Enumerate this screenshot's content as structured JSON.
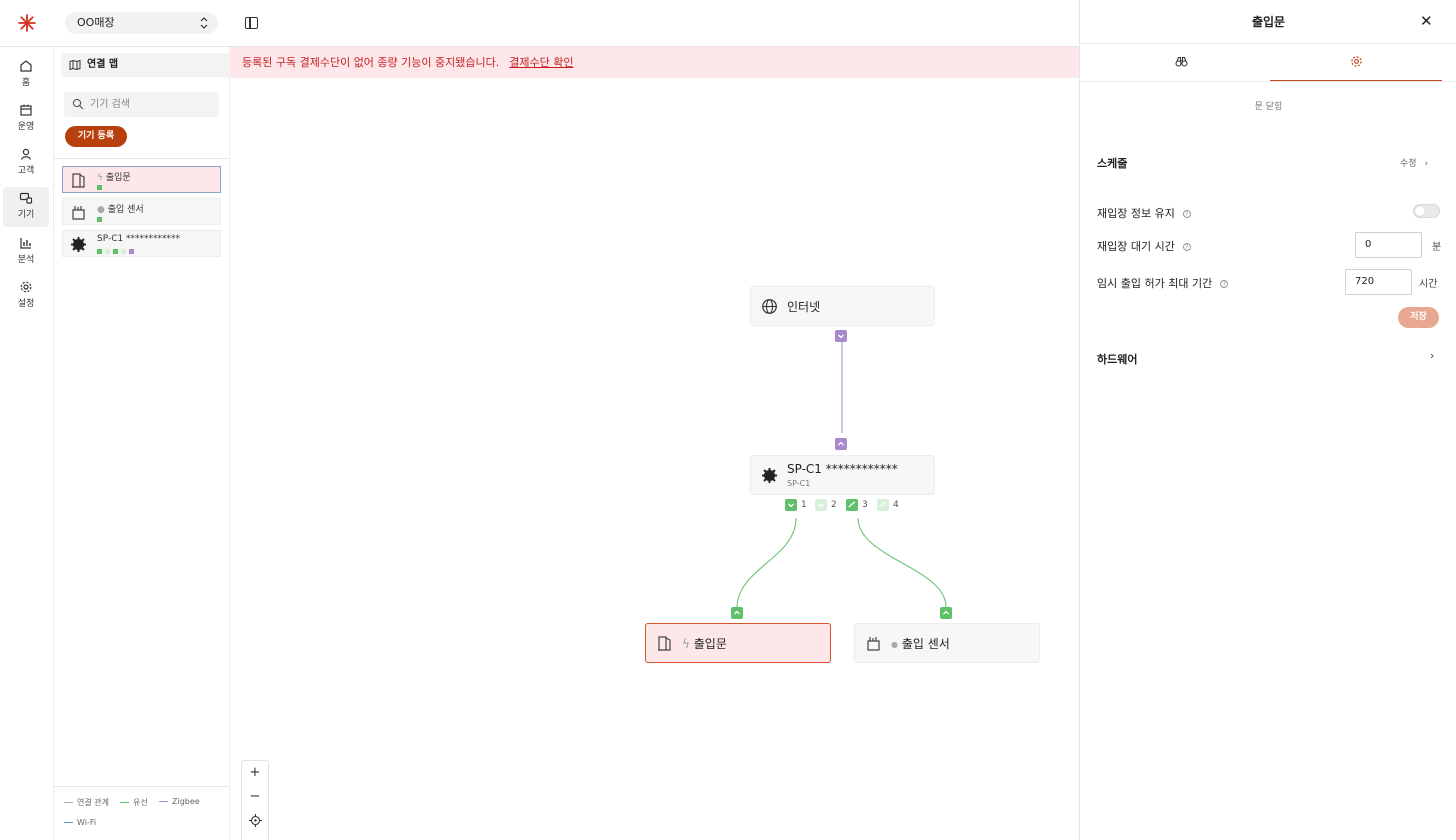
{
  "header": {
    "store_name": "OO매장"
  },
  "nav": {
    "items": [
      {
        "label": "홈",
        "icon": "home-icon"
      },
      {
        "label": "운영",
        "icon": "calendar-icon"
      },
      {
        "label": "고객",
        "icon": "person-icon"
      },
      {
        "label": "기기",
        "icon": "devices-icon"
      },
      {
        "label": "분석",
        "icon": "bar-chart-icon"
      },
      {
        "label": "설정",
        "icon": "gear-icon"
      }
    ]
  },
  "device_panel": {
    "map_tab": "연결 맵",
    "search_placeholder": "기기 검색",
    "register_button": "기기 등록",
    "devices": [
      {
        "name": "출입문",
        "status_icon": "bolt-icon"
      },
      {
        "name": "출입 센서",
        "status_icon": "dot-icon"
      },
      {
        "name": "SP-C1 ************"
      }
    ],
    "legend": {
      "relation": "연결 관계",
      "wired": "유선",
      "zigbee": "Zigbee",
      "wifi": "Wi-Fi"
    }
  },
  "banner": {
    "message": "등록된 구독 결제수단이 없어 종량 기능이 중지됐습니다.",
    "link": "결제수단 확인"
  },
  "canvas": {
    "internet_node": "인터넷",
    "hub_node": {
      "name": "SP-C1 ************",
      "model": "SP-C1"
    },
    "ports": [
      "1",
      "2",
      "3",
      "4"
    ],
    "door_node": "출입문",
    "sensor_node": "출입 센서",
    "zoom": {
      "in": "+",
      "out": "−"
    }
  },
  "detail_panel": {
    "title": "출입문",
    "close": "✕",
    "state": "문 닫힘",
    "schedule_label": "스케줄",
    "schedule_edit": "수정",
    "reentry_keep_label": "재입장 정보 유지",
    "reentry_keep_on": false,
    "reentry_wait_label": "재입장 대기 시간",
    "reentry_wait_value": "0",
    "reentry_wait_unit": "분",
    "temp_access_label": "임시 출입 허가 최대 기간",
    "temp_access_value": "720",
    "temp_access_unit": "시간",
    "save_button": "저장",
    "hardware_label": "하드웨어"
  },
  "colors": {
    "accent": "#b8400f",
    "banner_bg": "#fde7ea",
    "banner_text": "#c5221f",
    "wired": "#5fbf6a",
    "zigbee": "#a78acb",
    "wifi": "#6b8fd6"
  }
}
